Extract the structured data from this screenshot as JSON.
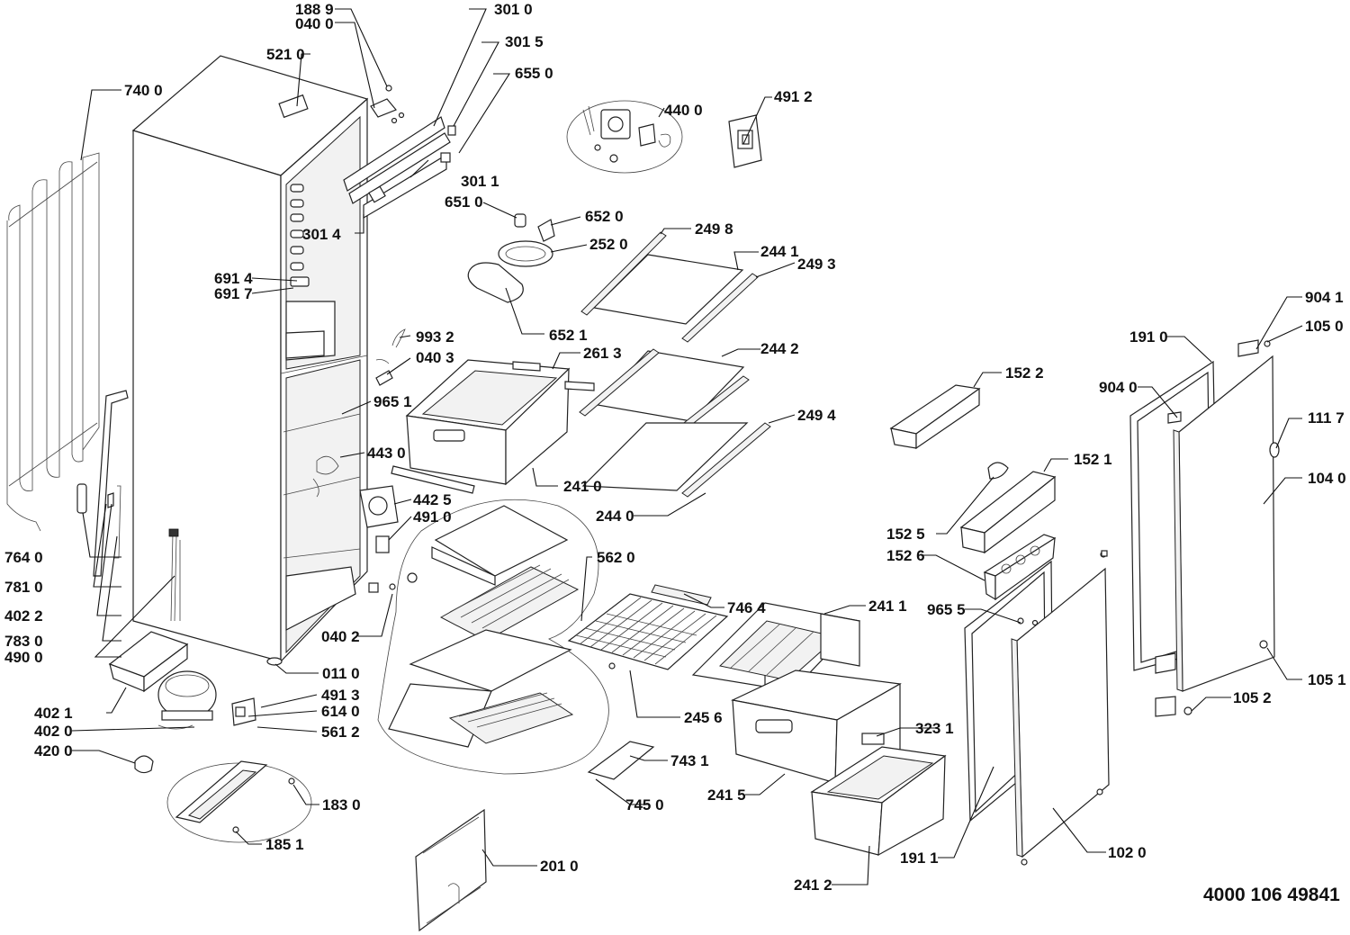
{
  "document_code": "4000 106 49841",
  "labels": {
    "p1889": "188 9",
    "p0400": "040 0",
    "p3010": "301 0",
    "p3015": "301 5",
    "p6550": "655 0",
    "p5210": "521 0",
    "p7400": "740 0",
    "p4400": "440 0",
    "p4912": "491 2",
    "p3011": "301 1",
    "p6510": "651 0",
    "p6520": "652 0",
    "p3014": "301 4",
    "p2520": "252 0",
    "p2498": "249 8",
    "p2441": "244 1",
    "p2493": "249 3",
    "p6914": "691 4",
    "p6917": "691 7",
    "p6521": "652 1",
    "p9041": "904 1",
    "p1050": "105 0",
    "p1910": "191 0",
    "p9932": "993 2",
    "p0403": "040 3",
    "p2613": "261 3",
    "p2442": "244 2",
    "p1522": "152 2",
    "p9040": "904 0",
    "p9651": "965 1",
    "p1117": "111 7",
    "p2494": "249 4",
    "p4430": "443 0",
    "p1521": "152 1",
    "p1040": "104 0",
    "p2410": "241 0",
    "p4425": "442 5",
    "p2440": "244 0",
    "p4910": "491 0",
    "p7640": "764 0",
    "p1525": "152 5",
    "p5620": "562 0",
    "p1526": "152 6",
    "p7810": "781 0",
    "p4022": "402 2",
    "p7464": "746 4",
    "p2411": "241 1",
    "p9655": "965 5",
    "p0402": "040 2",
    "p7830": "783 0",
    "p4900": "490 0",
    "p1051": "105 1",
    "p0110": "011 0",
    "p4913": "491 3",
    "p1052": "105 2",
    "p4021": "402 1",
    "p6140": "614 0",
    "p2456": "245 6",
    "p4020": "402 0",
    "p5612": "561 2",
    "p3231": "323 1",
    "p4200": "420 0",
    "p7431": "743 1",
    "p2415": "241 5",
    "p1830": "183 0",
    "p7450": "745 0",
    "p1851": "185 1",
    "p2010": "201 0",
    "p1020": "102 0",
    "p1911": "191 1",
    "p2412": "241 2"
  }
}
